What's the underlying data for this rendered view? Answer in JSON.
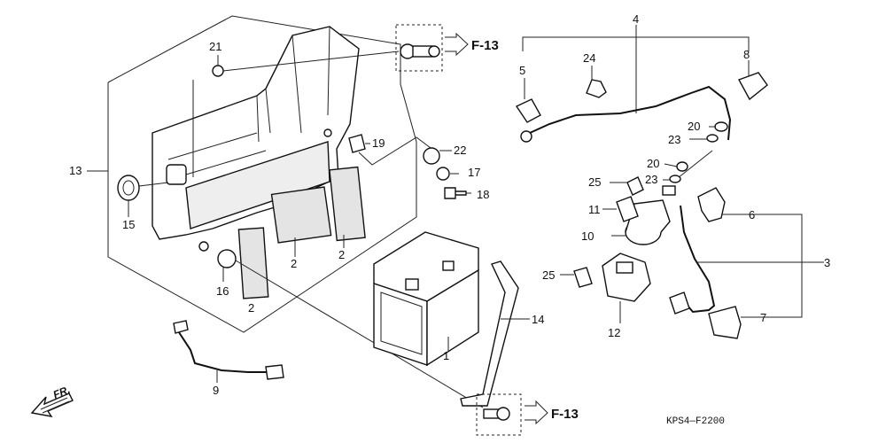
{
  "diagram": {
    "callouts": {
      "c1": "1",
      "c2a": "2",
      "c2b": "2",
      "c2c": "2",
      "c3": "3",
      "c4": "4",
      "c5": "5",
      "c6": "6",
      "c7": "7",
      "c8": "8",
      "c9": "9",
      "c10": "10",
      "c11": "11",
      "c12": "12",
      "c13": "13",
      "c14": "14",
      "c15": "15",
      "c16": "16",
      "c17": "17",
      "c18": "18",
      "c19": "19",
      "c20a": "20",
      "c20b": "20",
      "c21": "21",
      "c22": "22",
      "c23a": "23",
      "c23b": "23",
      "c24": "24",
      "c25a": "25",
      "c25b": "25"
    },
    "refs": {
      "top": "F-13",
      "bottom": "F-13"
    },
    "front_label": "FR.",
    "drawing_code": "KPS4—F2200"
  }
}
